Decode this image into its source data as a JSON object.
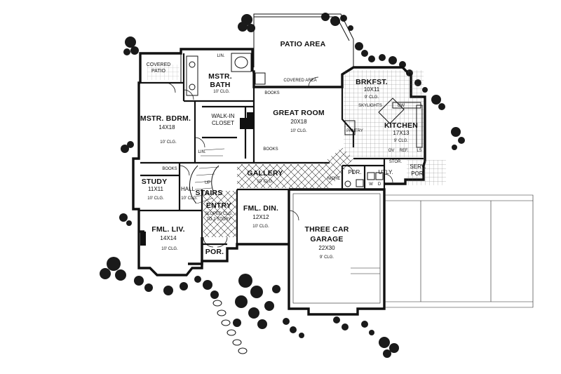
{
  "rooms": [
    {
      "id": "patio-area",
      "name": "PATIO AREA"
    },
    {
      "id": "covered-patio",
      "name_lines": [
        "COVERED",
        "PATIO"
      ]
    },
    {
      "id": "mstr-bath",
      "name_lines": [
        "MSTR.",
        "BATH"
      ],
      "clg": "10' CLG."
    },
    {
      "id": "walk-in-closet",
      "name_lines": [
        "WALK-IN",
        "CLOSET"
      ]
    },
    {
      "id": "mstr-bdrm",
      "name": "MSTR. BDRM.",
      "size": "14X18",
      "clg": "10' CLG."
    },
    {
      "id": "great-room",
      "name": "GREAT ROOM",
      "size": "20X18",
      "clg": "10' CLG."
    },
    {
      "id": "covered-area",
      "name": "COVERED AREA"
    },
    {
      "id": "brkfst",
      "name": "BRKFST.",
      "size": "10X11",
      "clg": "9' CLG."
    },
    {
      "id": "kitchen",
      "name": "KITCHEN",
      "size": "17X13",
      "clg": "9' CLG."
    },
    {
      "id": "study",
      "name": "STUDY",
      "size": "11X11",
      "clg": "10' CLG."
    },
    {
      "id": "hall",
      "name": "HALL",
      "clg": "10' CLG."
    },
    {
      "id": "stairs",
      "name": "STAIRS"
    },
    {
      "id": "entry",
      "name": "ENTRY",
      "clg_lines": [
        "SLOPED CLG.",
        "TO 2 STORY"
      ]
    },
    {
      "id": "gallery",
      "name": "GALLERY",
      "clg": "10' CLG."
    },
    {
      "id": "fml-din",
      "name": "FML. DIN.",
      "size": "12X12",
      "clg": "10' CLG."
    },
    {
      "id": "fml-liv",
      "name": "FML. LIV.",
      "size": "14X14",
      "clg": "10' CLG."
    },
    {
      "id": "por",
      "name": "POR."
    },
    {
      "id": "pdr",
      "name": "PDR."
    },
    {
      "id": "utly",
      "name": "UTLY."
    },
    {
      "id": "serv-por",
      "name_lines": [
        "SERV.",
        "POR."
      ]
    },
    {
      "id": "garage",
      "name_lines": [
        "THREE CAR",
        "GARAGE"
      ],
      "size": "22X30",
      "clg": "9' CLG."
    }
  ],
  "labels": {
    "books_great_top": "BOOKS",
    "books_great_left": "BOOKS",
    "books_study": "BOOKS",
    "lin_bath": "LIN.",
    "lin_hall": "LIN.",
    "up": "UP",
    "pantry": "PANTRY",
    "skylights": "SKYLIGHTS",
    "dw": "DW",
    "ov": "OV",
    "ref": "REF.",
    "ls": "LS",
    "stor": "STOR.",
    "w": "W",
    "d": "D",
    "niche": "NICHE"
  }
}
